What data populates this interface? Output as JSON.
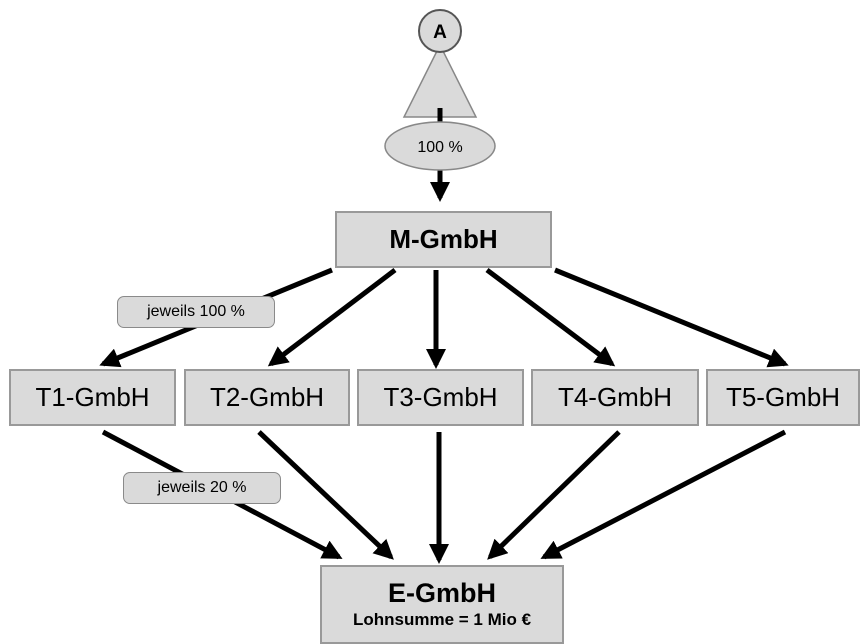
{
  "shareholder": {
    "label": "A"
  },
  "shareholder_stake": "100 %",
  "parent": {
    "name": "M-GmbH"
  },
  "subsidiary_stake_label": "jeweils 100 %",
  "subsidiaries": [
    {
      "name": "T1-GmbH"
    },
    {
      "name": "T2-GmbH"
    },
    {
      "name": "T3-GmbH"
    },
    {
      "name": "T4-GmbH"
    },
    {
      "name": "T5-GmbH"
    }
  ],
  "target_stake_label": "jeweils 20 %",
  "target": {
    "name": "E-GmbH",
    "note": "Lohnsumme = 1 Mio €"
  },
  "colors": {
    "box_fill": "#dadada",
    "box_border": "#999999",
    "arrow": "#000000"
  }
}
